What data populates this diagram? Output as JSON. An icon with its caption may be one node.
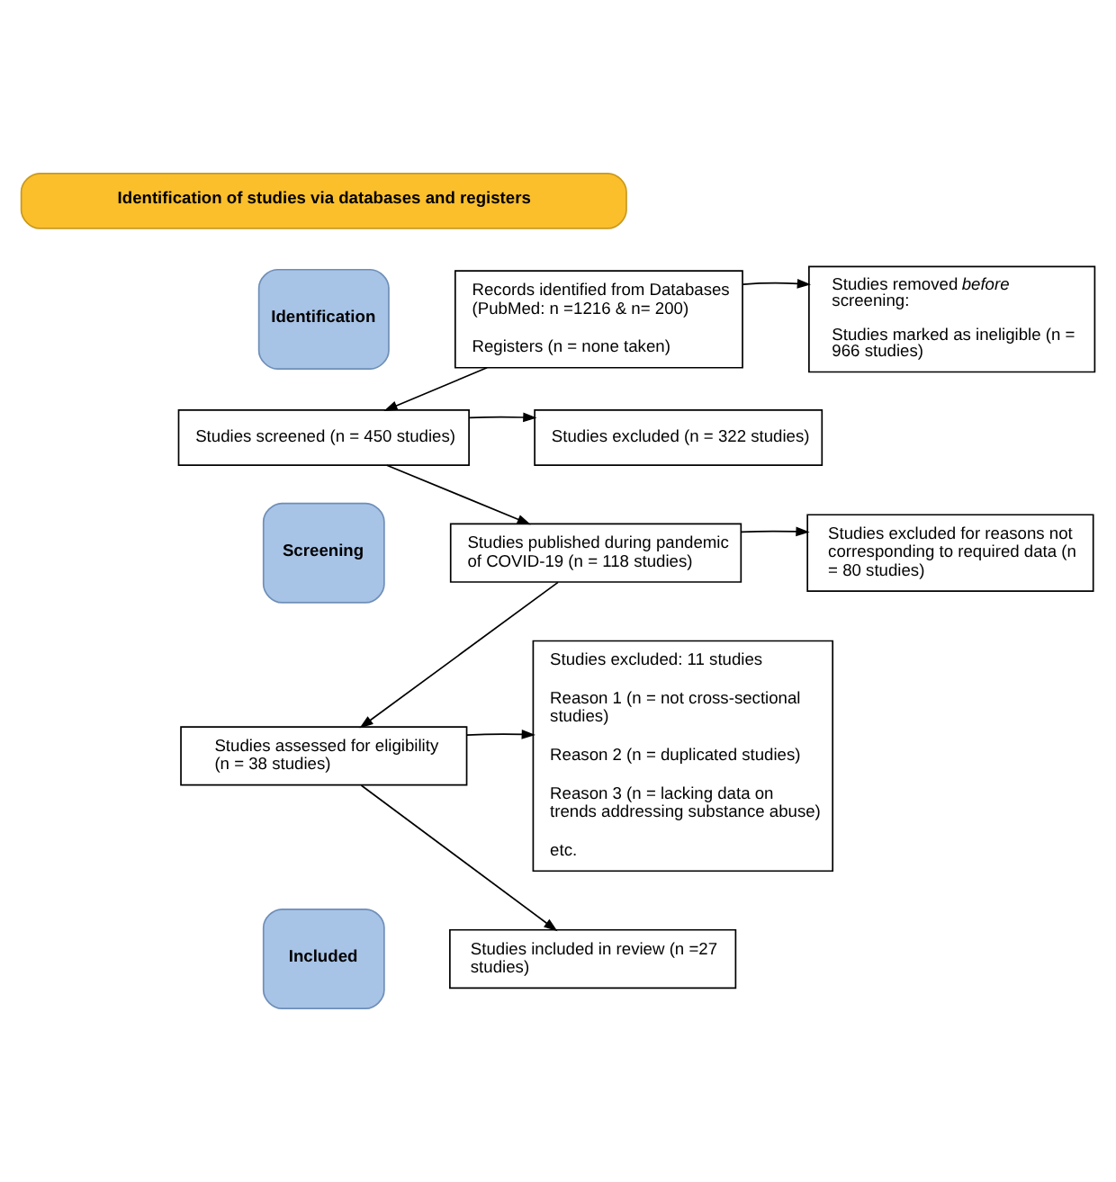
{
  "diagram": {
    "nodes": [
      {
        "text": [
          "Identification of studies via databases and registers"
        ]
      },
      {
        "text": [
          "Identification"
        ]
      },
      {
        "text": [
          "Screening"
        ]
      },
      {
        "text": [
          "Included"
        ]
      },
      {
        "text": [
          "Records identified from Databases (PubMed: n =1216 & n= 200)",
          "Registers (n = none taken)"
        ]
      },
      {
        "text": [
          "Studies removed *before* screening:",
          "Studies marked as ineligible (n = 966 studies)"
        ]
      },
      {
        "text": [
          "Studies screened (n = 450 studies)"
        ]
      },
      {
        "text": [
          "Studies excluded (n = 322 studies)"
        ]
      },
      {
        "text": [
          "Studies published during pandemic of COVID-19 (n = 118 studies)"
        ]
      },
      {
        "text": [
          "Studies excluded for reasons not corresponding to required data (n = 80 studies)"
        ]
      },
      {
        "text": [
          "Studies assessed for eligibility (n = 38 studies)"
        ]
      },
      {
        "text": [
          "Studies excluded: 11 studies",
          "Reason 1 (n = not cross-sectional studies)",
          "Reason 2 (n = duplicated studies)",
          "Reason 3 (n = lacking data on trends addressing substance abuse)",
          "etc."
        ]
      },
      {
        "text": [
          "Studies included in review (n =27 studies)"
        ]
      }
    ],
    "edges": [
      {
        "from": 4,
        "to": 5,
        "arrow": "to"
      },
      {
        "from": 4,
        "to": 6,
        "arrow": "to"
      },
      {
        "from": 6,
        "to": 7,
        "arrow": "to"
      },
      {
        "from": 6,
        "to": 8,
        "arrow": "to"
      },
      {
        "from": 8,
        "to": 9,
        "arrow": "to"
      },
      {
        "from": 8,
        "to": 10,
        "arrow": "to"
      },
      {
        "from": 10,
        "to": 11,
        "arrow": "to"
      },
      {
        "from": 10,
        "to": 12,
        "arrow": "to"
      }
    ]
  }
}
